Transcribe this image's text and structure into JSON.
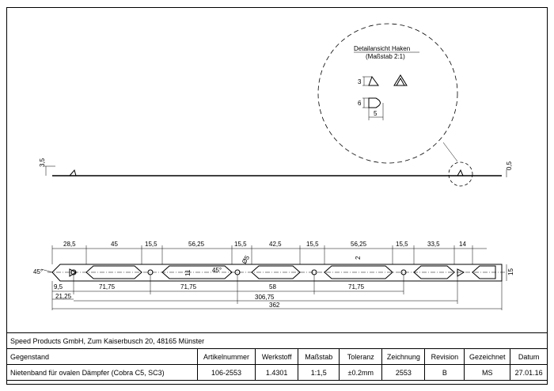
{
  "detail": {
    "title": "Detailansicht Haken",
    "scale": "(Maßstab 2:1)",
    "dim_height": "3",
    "dim_width_small": "6",
    "dim_len": "5"
  },
  "side_view": {
    "dim_left": "3,5",
    "dim_right": "0,5"
  },
  "plan_view": {
    "top_dims": [
      "28,5",
      "45",
      "15,5",
      "56,25",
      "15,5",
      "42,5",
      "15,5",
      "56,25",
      "15,5",
      "33,5",
      "14"
    ],
    "angle_left": "45°",
    "angle_slot": "45°",
    "dia": "Ø5",
    "slot_h": "11",
    "slot_gap": "2",
    "height_dim": "15",
    "bottom_row1": [
      "9,5",
      "71,75",
      "71,75",
      "58",
      "71,75"
    ],
    "dim_21": "21,25",
    "dim_306": "306,75",
    "dim_362": "362"
  },
  "title_block": {
    "company": "Speed Products GmbH, Zum Kaiserbusch 20, 48165 Münster",
    "headers": [
      "Gegenstand",
      "Artikelnummer",
      "Werkstoff",
      "Maßstab",
      "Toleranz",
      "Zeichnung",
      "Revision",
      "Gezeichnet",
      "Datum"
    ],
    "values": [
      "Nietenband für ovalen Dämpfer (Cobra C5, SC3)",
      "106-2553",
      "1.4301",
      "1:1,5",
      "±0.2mm",
      "2553",
      "B",
      "MS",
      "27.01.16"
    ]
  }
}
